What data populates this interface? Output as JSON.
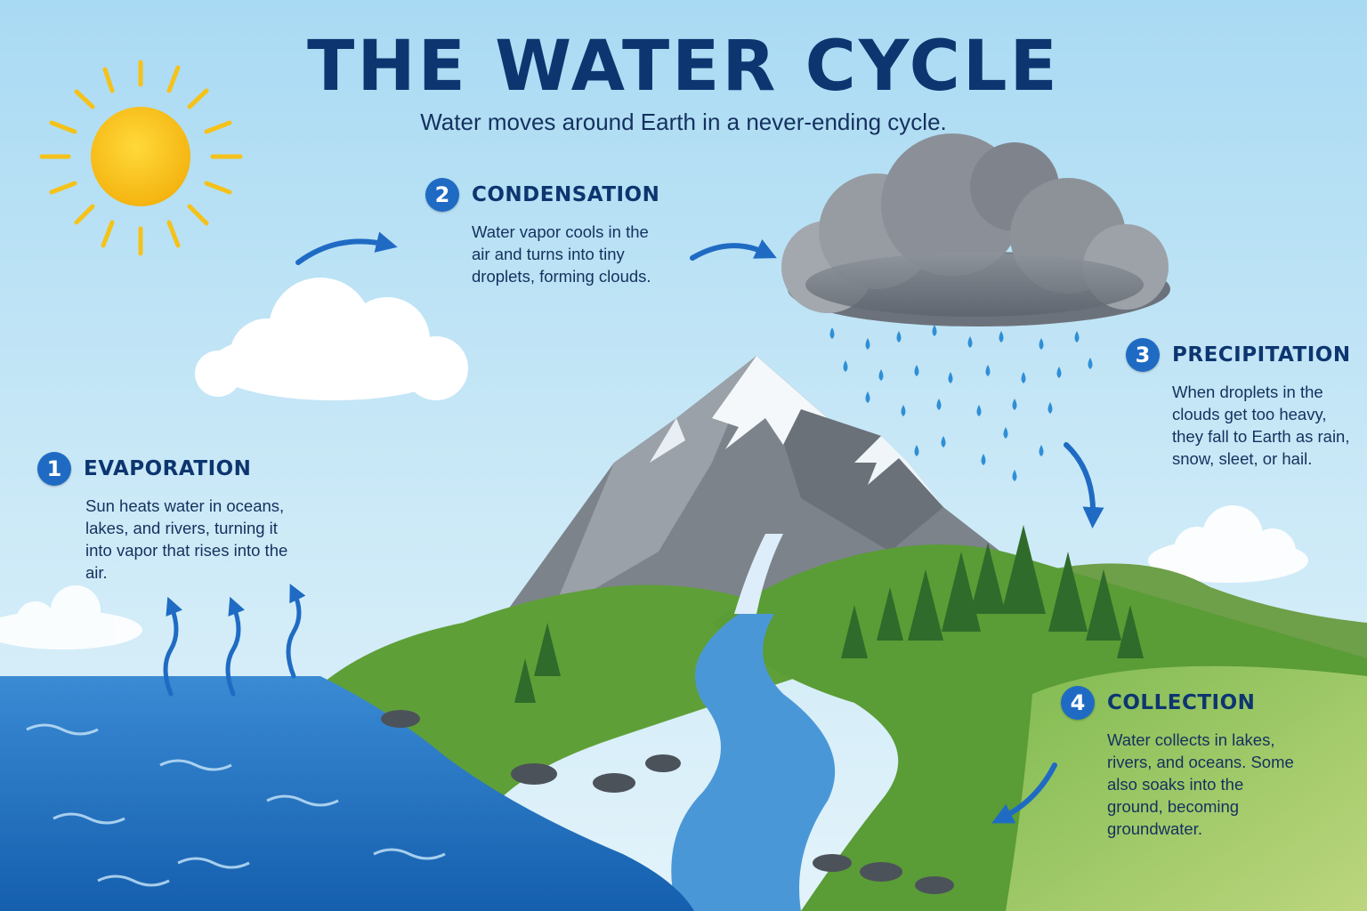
{
  "title": "THE WATER CYCLE",
  "subtitle": "Water moves around Earth in a never-ending cycle.",
  "steps": [
    {
      "number": "1",
      "title": "EVAPORATION",
      "text": "Sun heats water in oceans, lakes, and rivers, turning it into vapor that rises into the air."
    },
    {
      "number": "2",
      "title": "CONDENSATION",
      "text": "Water vapor cools in the air and turns into tiny droplets, forming clouds."
    },
    {
      "number": "3",
      "title": "PRECIPITATION",
      "text": "When droplets in the clouds get too heavy, they fall to Earth as rain, snow, sleet, or hail."
    },
    {
      "number": "4",
      "title": "COLLECTION",
      "text": "Water collects in lakes, rivers, and oceans. Some also soaks into the ground, becoming groundwater."
    }
  ],
  "icons": [
    "sun-icon",
    "cloud-icon",
    "rain-cloud-icon",
    "mountain-icon",
    "waterfall-icon",
    "river-icon",
    "ocean-icon",
    "tree-icon",
    "arrow-icon",
    "raindrop-icon"
  ],
  "colors": {
    "sky": "#bfe3f6",
    "ocean": "#1f6fc2",
    "grass": "#5fa53a",
    "title": "#0d3670",
    "badge": "#1f6bc4",
    "sun": "#f8c318",
    "rain": "#2f8fd6"
  }
}
